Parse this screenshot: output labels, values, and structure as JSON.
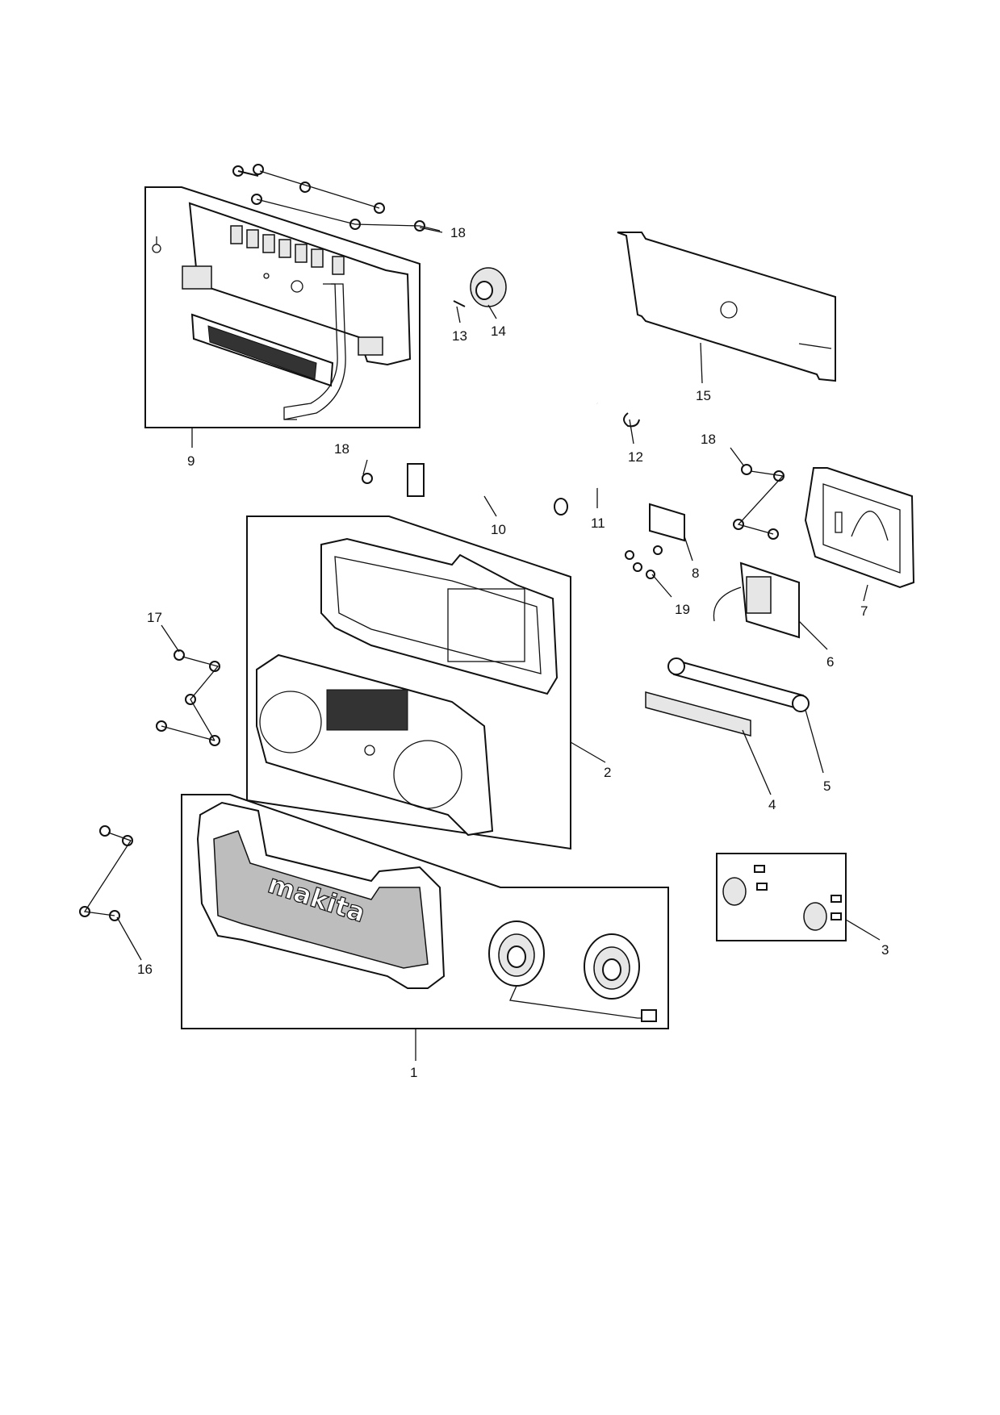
{
  "brand_logo": "makita",
  "callouts": {
    "c1": "1",
    "c2": "2",
    "c3": "3",
    "c4": "4",
    "c5": "5",
    "c6": "6",
    "c7": "7",
    "c8": "8",
    "c9": "9",
    "c10": "10",
    "c11": "11",
    "c12": "12",
    "c13": "13",
    "c14": "14",
    "c15": "15",
    "c16": "16",
    "c17": "17",
    "c18a": "18",
    "c18b": "18",
    "c18c": "18",
    "c19": "19"
  }
}
